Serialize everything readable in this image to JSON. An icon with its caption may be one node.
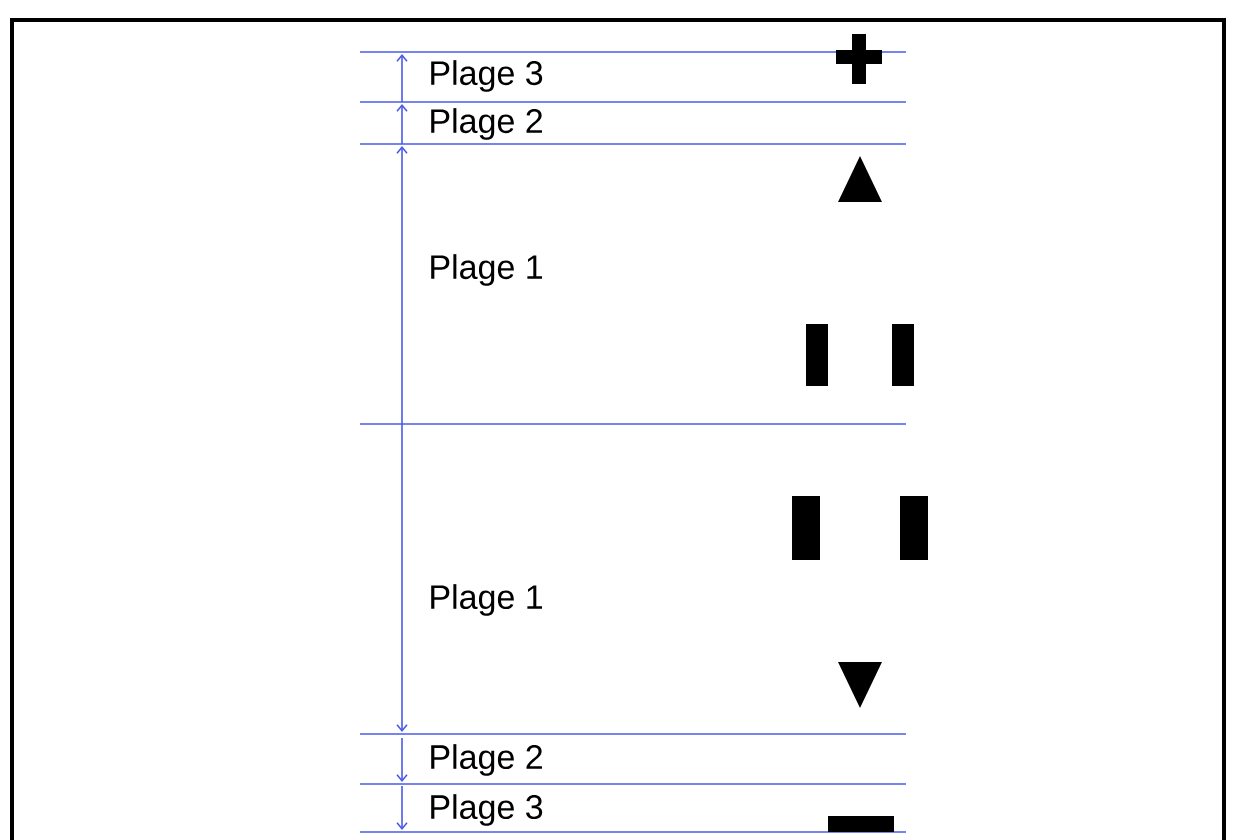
{
  "diagram": {
    "labels": [
      "Plage 3",
      "Plage 2",
      "Plage 1",
      "Plage 1",
      "Plage 2",
      "Plage 3"
    ]
  }
}
